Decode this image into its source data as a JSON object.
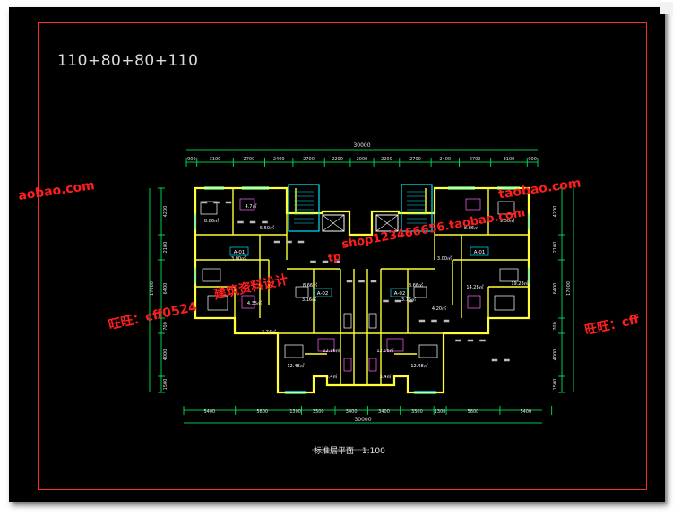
{
  "drawing": {
    "title": "110+80+80+110",
    "caption": "标准层平面",
    "scale": "1:100",
    "overall_dimension_top": "30000",
    "overall_dimension_bottom": "30000",
    "top_dimensions": [
      "900",
      "3100",
      "2700",
      "2400",
      "2700",
      "2200",
      "2000",
      "2200",
      "2700",
      "2400",
      "2700",
      "3100",
      "900"
    ],
    "bottom_dimensions": [
      "5400",
      "5600",
      "1300",
      "3500",
      "3400",
      "3400",
      "3500",
      "1300",
      "5600",
      "5400"
    ],
    "left_dimensions": [
      "4200",
      "2100",
      "17000",
      "6400",
      "700",
      "4000",
      "1500"
    ],
    "right_dimensions": [
      "4200",
      "2100",
      "17000",
      "6400",
      "700",
      "4000",
      "1500"
    ],
    "unit_tags": [
      "A-01",
      "A-01",
      "A-02",
      "A-02"
    ],
    "room_areas": [
      "8.86㎡",
      "4.7㎡",
      "5.50㎡",
      "9.50㎡",
      "8.86㎡",
      "3.00㎡",
      "3.00㎡",
      "19.28㎡",
      "14.28㎡",
      "8.66㎡",
      "8.66㎡",
      "3.16㎡",
      "3.16㎡",
      "12.16㎡",
      "12.16㎡",
      "12.48㎡",
      "12.48㎡",
      "4.20㎡",
      "4.35㎡",
      "3.4㎡",
      "3.4㎡",
      "3.74㎡"
    ]
  },
  "watermarks": {
    "left_site": "aobao.com",
    "right_site": "taobao.com",
    "shop_link": "shop123466656.taobao.com",
    "shop_name": "建筑资料设计",
    "wangwang_left": "旺旺：cff0524",
    "wangwang_right": "旺旺：cff",
    "center_tag": "tp"
  },
  "colors": {
    "background": "#000000",
    "border": "#ff2a2a",
    "walls": "#ffff33",
    "dimension": "#00ff66",
    "text": "#dcdcdc",
    "watermark": "#ff1e1e"
  }
}
